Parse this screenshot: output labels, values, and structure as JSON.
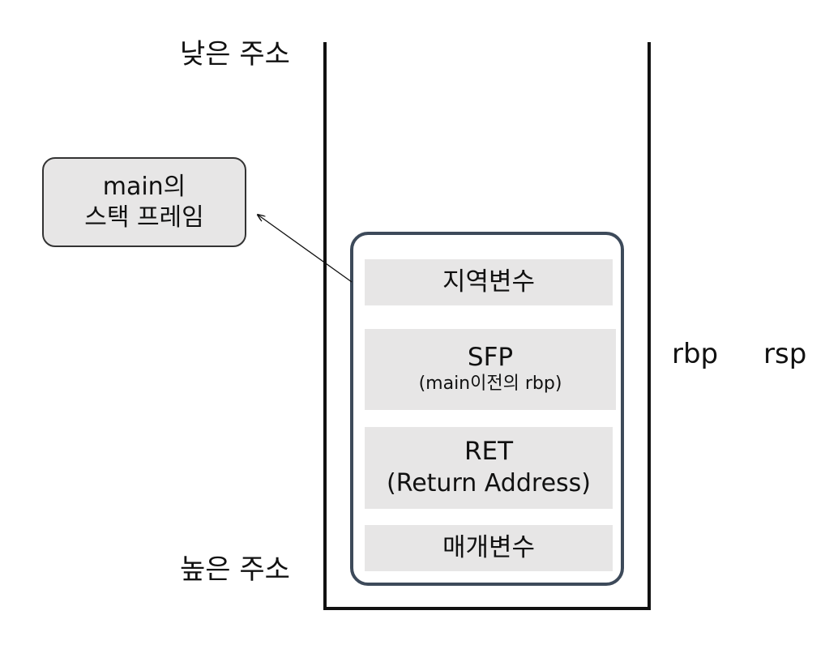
{
  "labels": {
    "low_address": "낮은 주소",
    "high_address": "높은 주소",
    "rbp": "rbp",
    "rsp": "rsp"
  },
  "callout": {
    "line1": "main의",
    "line2": "스택 프레임"
  },
  "stack_blocks": {
    "locals": {
      "title": "지역변수"
    },
    "sfp": {
      "title": "SFP",
      "subtitle": "(main이전의 rbp)"
    },
    "ret": {
      "title": "RET",
      "subtitle": "(Return Address)"
    },
    "params": {
      "title": "매개변수"
    }
  }
}
